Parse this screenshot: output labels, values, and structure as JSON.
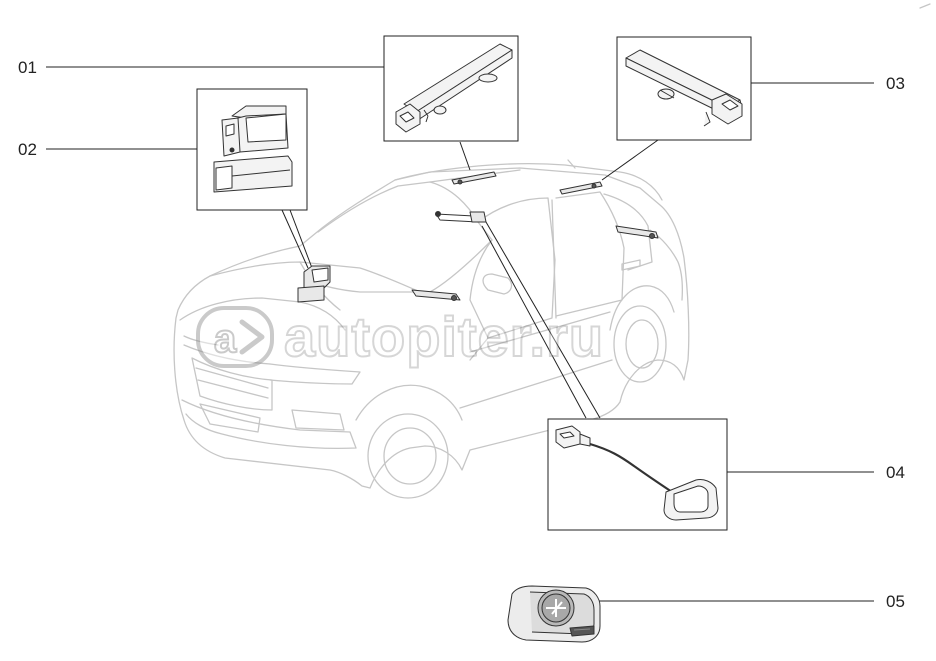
{
  "callouts": {
    "c01": "01",
    "c02": "02",
    "c03": "03",
    "c04": "04",
    "c05": "05"
  },
  "watermark": {
    "text": "autopiter.ru",
    "color": "#8c8c8c"
  },
  "colors": {
    "line": "#222222",
    "car_outline": "#c8c8c8",
    "part_fill": "#f2f2f2"
  }
}
